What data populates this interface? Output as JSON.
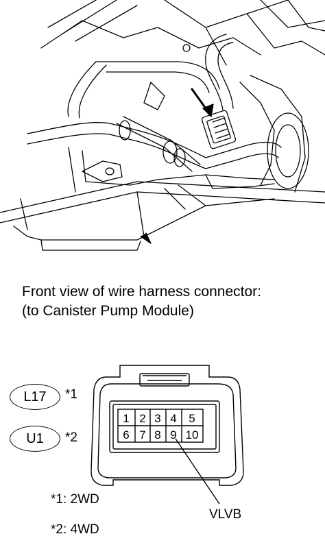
{
  "caption": {
    "line1": "Front view of wire harness connector:",
    "line2": "(to Canister Pump Module)"
  },
  "connector_codes": [
    {
      "code": "L17",
      "note_ref": "*1"
    },
    {
      "code": "U1",
      "note_ref": "*2"
    }
  ],
  "pins_row1": [
    "1",
    "2",
    "3",
    "4",
    "5"
  ],
  "pins_row2": [
    "6",
    "7",
    "8",
    "9",
    "10"
  ],
  "signal_label": "VLVB",
  "notes": [
    {
      "text": "*1: 2WD"
    },
    {
      "text": "*2: 4WD"
    }
  ]
}
